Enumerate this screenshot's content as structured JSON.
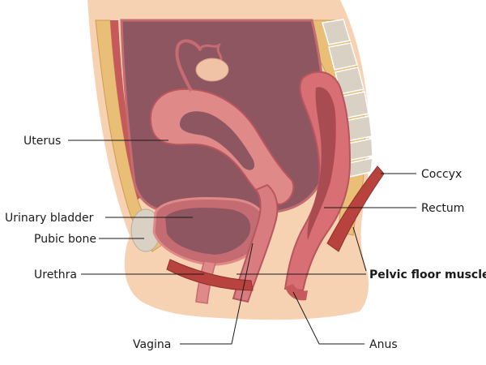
{
  "labels": {
    "uterus": "Uterus",
    "urinary_bladder": "Urinary bladder",
    "pubic_bone": "Pubic bone",
    "urethra": "Urethra",
    "vagina": "Vagina",
    "coccyx": "Coccyx",
    "rectum": "Rectum",
    "pelvic_floor_muscles": "Pelvic floor muscles",
    "anus": "Anus"
  },
  "colors": {
    "skin": "#f6d2b2",
    "fat": "#e9bf77",
    "cavity": "#8e5660",
    "wall": "#c56b72",
    "organ": "#e08989",
    "bone": "#d9d1c3",
    "muscle": "#b8433e"
  }
}
